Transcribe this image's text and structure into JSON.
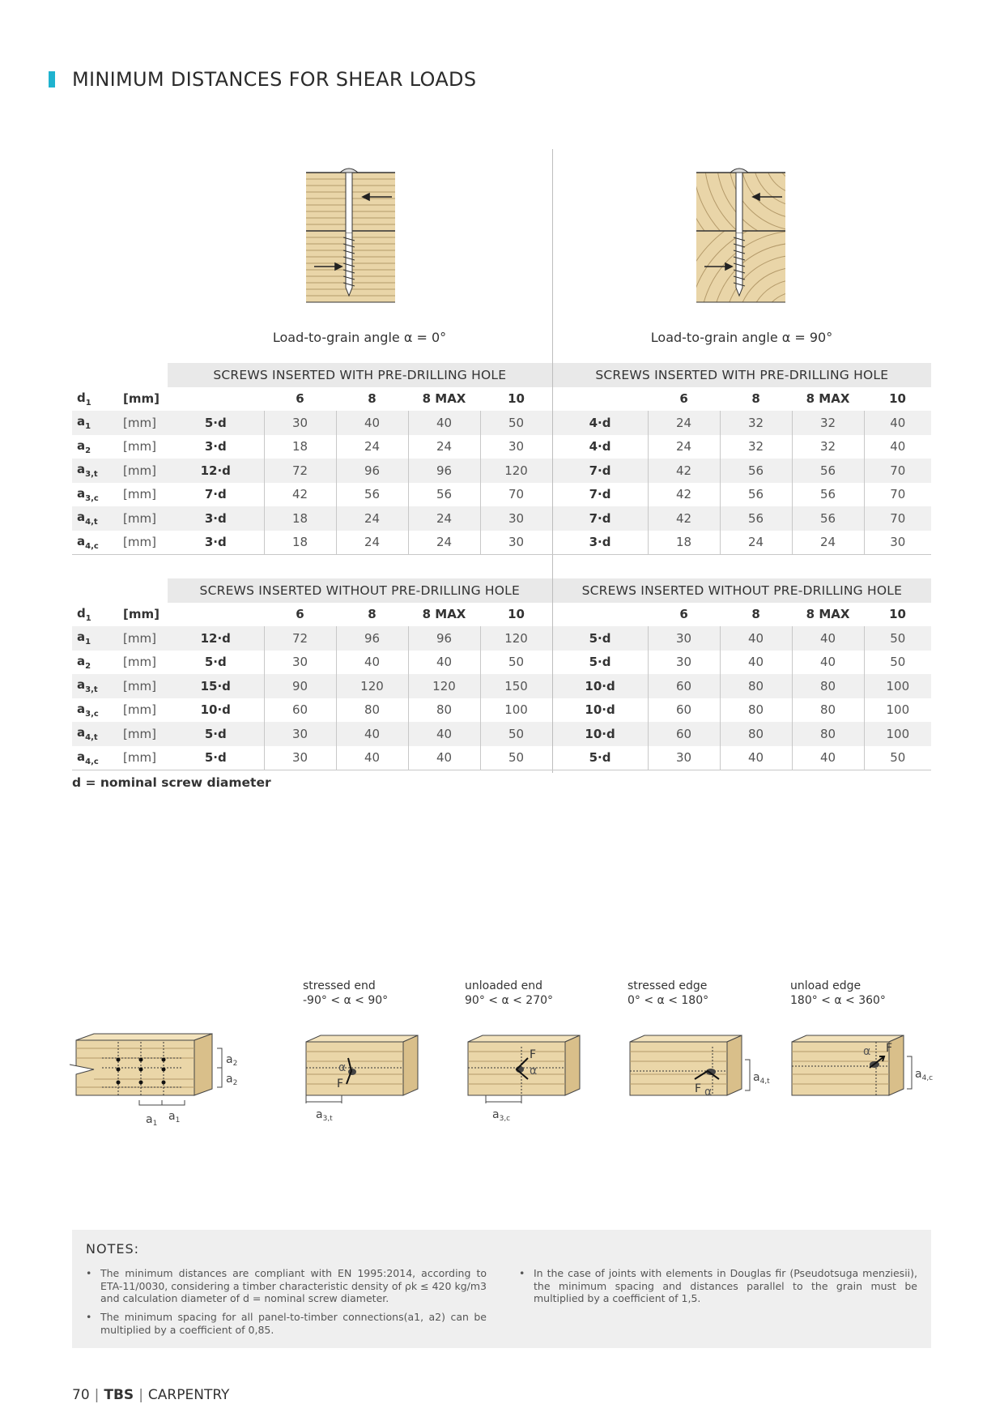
{
  "header": {
    "title": "MINIMUM DISTANCES FOR SHEAR LOADS"
  },
  "illustrations": {
    "left_label": "Load-to-grain angle α = 0°",
    "right_label": "Load-to-grain angle α = 90°"
  },
  "tables": {
    "sym_header": "d",
    "unit_header": "[mm]",
    "unit": "[mm]",
    "diameters": [
      "6",
      "8",
      "8 MAX",
      "10"
    ],
    "predrill": {
      "left_title": "SCREWS INSERTED WITH PRE-DRILLING HOLE",
      "right_title": "SCREWS INSERTED WITH PRE-DRILLING HOLE",
      "rows": [
        {
          "sym": "a",
          "sub": "1",
          "lm": "5·d",
          "lv": [
            "30",
            "40",
            "40",
            "50"
          ],
          "rm": "4·d",
          "rv": [
            "24",
            "32",
            "32",
            "40"
          ]
        },
        {
          "sym": "a",
          "sub": "2",
          "lm": "3·d",
          "lv": [
            "18",
            "24",
            "24",
            "30"
          ],
          "rm": "4·d",
          "rv": [
            "24",
            "32",
            "32",
            "40"
          ]
        },
        {
          "sym": "a",
          "sub": "3,t",
          "lm": "12·d",
          "lv": [
            "72",
            "96",
            "96",
            "120"
          ],
          "rm": "7·d",
          "rv": [
            "42",
            "56",
            "56",
            "70"
          ]
        },
        {
          "sym": "a",
          "sub": "3,c",
          "lm": "7·d",
          "lv": [
            "42",
            "56",
            "56",
            "70"
          ],
          "rm": "7·d",
          "rv": [
            "42",
            "56",
            "56",
            "70"
          ]
        },
        {
          "sym": "a",
          "sub": "4,t",
          "lm": "3·d",
          "lv": [
            "18",
            "24",
            "24",
            "30"
          ],
          "rm": "7·d",
          "rv": [
            "42",
            "56",
            "56",
            "70"
          ]
        },
        {
          "sym": "a",
          "sub": "4,c",
          "lm": "3·d",
          "lv": [
            "18",
            "24",
            "24",
            "30"
          ],
          "rm": "3·d",
          "rv": [
            "18",
            "24",
            "24",
            "30"
          ]
        }
      ]
    },
    "nopredrill": {
      "left_title": "SCREWS INSERTED WITHOUT PRE-DRILLING HOLE",
      "right_title": "SCREWS INSERTED WITHOUT PRE-DRILLING HOLE",
      "rows": [
        {
          "sym": "a",
          "sub": "1",
          "lm": "12·d",
          "lv": [
            "72",
            "96",
            "96",
            "120"
          ],
          "rm": "5·d",
          "rv": [
            "30",
            "40",
            "40",
            "50"
          ]
        },
        {
          "sym": "a",
          "sub": "2",
          "lm": "5·d",
          "lv": [
            "30",
            "40",
            "40",
            "50"
          ],
          "rm": "5·d",
          "rv": [
            "30",
            "40",
            "40",
            "50"
          ]
        },
        {
          "sym": "a",
          "sub": "3,t",
          "lm": "15·d",
          "lv": [
            "90",
            "120",
            "120",
            "150"
          ],
          "rm": "10·d",
          "rv": [
            "60",
            "80",
            "80",
            "100"
          ]
        },
        {
          "sym": "a",
          "sub": "3,c",
          "lm": "10·d",
          "lv": [
            "60",
            "80",
            "80",
            "100"
          ],
          "rm": "10·d",
          "rv": [
            "60",
            "80",
            "80",
            "100"
          ]
        },
        {
          "sym": "a",
          "sub": "4,t",
          "lm": "5·d",
          "lv": [
            "30",
            "40",
            "40",
            "50"
          ],
          "rm": "10·d",
          "rv": [
            "60",
            "80",
            "80",
            "100"
          ]
        },
        {
          "sym": "a",
          "sub": "4,c",
          "lm": "5·d",
          "lv": [
            "30",
            "40",
            "40",
            "50"
          ],
          "rm": "5·d",
          "rv": [
            "30",
            "40",
            "40",
            "50"
          ]
        }
      ]
    },
    "footnote": "d = nominal screw diameter"
  },
  "diagrams": [
    {
      "name": "stressed end",
      "range": "-90° < α < 90°",
      "dim": "a",
      "dim_sub": "3,t"
    },
    {
      "name": "unloaded end",
      "range": "90° < α < 270°",
      "dim": "a",
      "dim_sub": "3,c"
    },
    {
      "name": "stressed edge",
      "range": "0° < α < 180°",
      "dim": "a",
      "dim_sub": "4,t"
    },
    {
      "name": "unload edge",
      "range": "180° < α < 360°",
      "dim": "a",
      "dim_sub": "4,c"
    }
  ],
  "spacing_diagram": {
    "a": "a",
    "sub1": "1",
    "sub2": "2"
  },
  "diagram_symbols": {
    "force": "F",
    "angle": "α"
  },
  "notes": {
    "title": "NOTES:",
    "items": [
      "The minimum distances are compliant with EN 1995:2014, according to ETA-11/0030, considering a timber characteristic density of ρk ≤ 420 kg/m3 and calculation diameter of d = nominal screw diameter.",
      "The minimum spacing for all panel-to-timber connections(a1, a2) can be multiplied by a coefficient of 0,85.",
      "In the case of joints with elements in Douglas fir (Pseudotsuga menziesii), the minimum spacing and distances parallel to the grain must be multiplied by a coefficient of 1,5."
    ]
  },
  "footer": {
    "page": "70",
    "product": "TBS",
    "section": "CARPENTRY"
  },
  "colors": {
    "accent": "#1fb3cf",
    "wood": "#e9d5a8",
    "wood_line": "#b49a6a",
    "shade": "#f0f0f0",
    "notes_bg": "#efefef"
  }
}
